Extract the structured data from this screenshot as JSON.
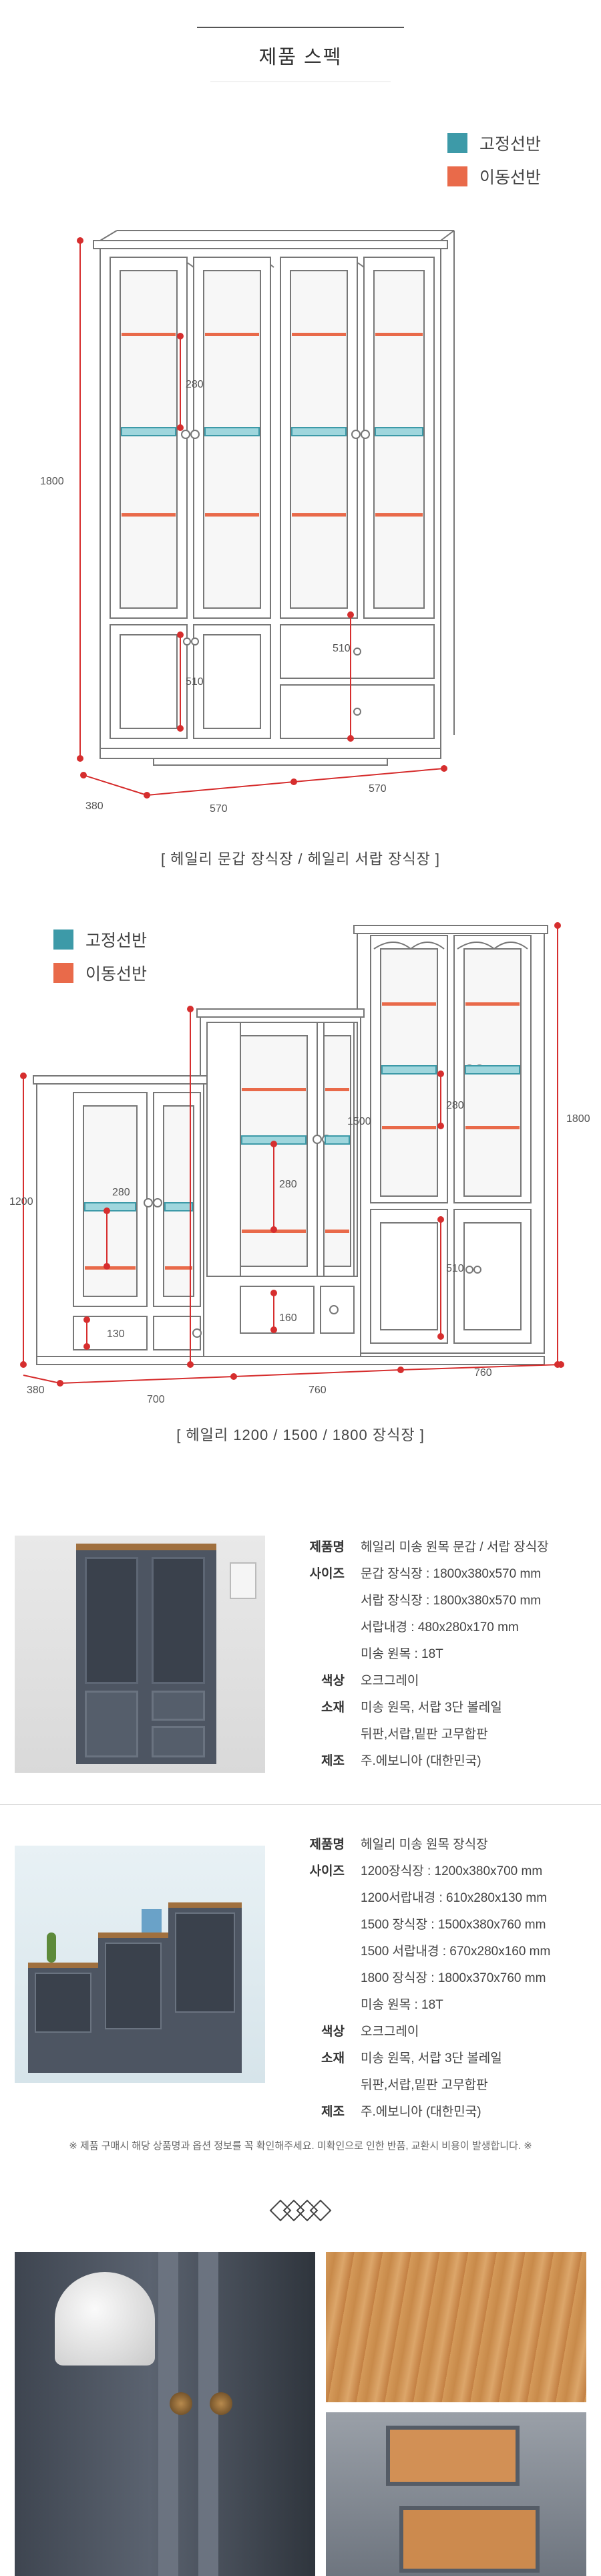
{
  "header": {
    "title": "제품 스펙"
  },
  "legend": {
    "fixed": "고정선반",
    "movable": "이동선반",
    "fixed_color": "#3d9aa8",
    "movable_color": "#e96a4a"
  },
  "diagram1": {
    "height": "1800",
    "depth": "380",
    "width_left": "570",
    "width_right": "570",
    "shelf_gap": "280",
    "lower_left": "510",
    "lower_right": "510",
    "caption": "[ 헤일리 문갑 장식장 / 헤일리 서랍 장식장 ]"
  },
  "diagram2": {
    "h1200": "1200",
    "h1500": "1500",
    "h1800": "1800",
    "depth": "380",
    "w700": "700",
    "w760a": "760",
    "w760b": "760",
    "gap_a": "280",
    "gap_b": "280",
    "gap_c": "280",
    "drawer_a": "130",
    "drawer_b": "160",
    "lower_c": "510",
    "caption": "[ 헤일리 1200 / 1500 / 1800 장식장 ]"
  },
  "spec1": {
    "rows": [
      {
        "label": "제품명",
        "value": "헤일리 미송 원목 문갑 / 서랍 장식장"
      },
      {
        "label": "사이즈",
        "value": "문갑 장식장 : 1800x380x570 mm"
      },
      {
        "label": "",
        "value": "서랍 장식장 : 1800x380x570 mm"
      },
      {
        "label": "",
        "value": "서랍내경 : 480x280x170 mm"
      },
      {
        "label": "",
        "value": "미송 원목 : 18T"
      },
      {
        "label": "색상",
        "value": "오크그레이"
      },
      {
        "label": "소재",
        "value": "미송 원목, 서랍 3단 볼레일"
      },
      {
        "label": "",
        "value": "뒤판,서랍,밑판 고무합판"
      },
      {
        "label": "제조",
        "value": "주.에보니아 (대한민국)"
      }
    ]
  },
  "spec2": {
    "rows": [
      {
        "label": "제품명",
        "value": "헤일리 미송 원목 장식장"
      },
      {
        "label": "사이즈",
        "value": "1200장식장 : 1200x380x700 mm"
      },
      {
        "label": "",
        "value": "1200서랍내경 : 610x280x130 mm"
      },
      {
        "label": "",
        "value": "1500 장식장 : 1500x380x760 mm"
      },
      {
        "label": "",
        "value": "1500 서랍내경 : 670x280x160 mm"
      },
      {
        "label": "",
        "value": "1800 장식장 : 1800x370x760 mm"
      },
      {
        "label": "",
        "value": "미송 원목 : 18T"
      },
      {
        "label": "색상",
        "value": "오크그레이"
      },
      {
        "label": "소재",
        "value": "미송 원목, 서랍 3단 볼레일"
      },
      {
        "label": "",
        "value": "뒤판,서랍,밑판 고무합판"
      },
      {
        "label": "제조",
        "value": "주.에보니아 (대한민국)"
      }
    ]
  },
  "note": "※ 제품 구매시 해당 상품명과 옵션 정보를 꼭 확인해주세요. 미확인으로 인한 반품, 교환시 비용이 발생합니다. ※"
}
